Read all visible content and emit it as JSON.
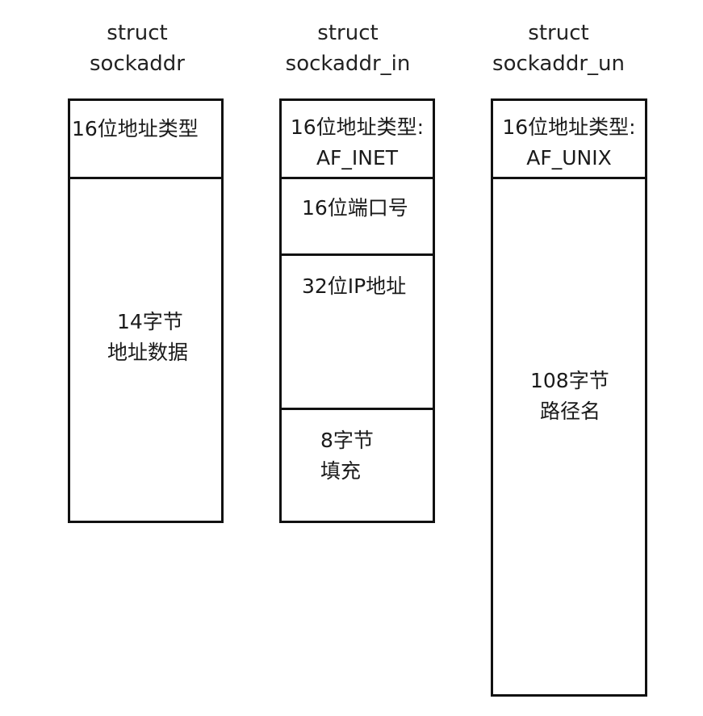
{
  "structs": [
    {
      "title_line1": "struct",
      "title_line2": "sockaddr",
      "fields": [
        {
          "line1": "16位地址类型",
          "line2": ""
        },
        {
          "line1": "14字节",
          "line2": "地址数据"
        }
      ]
    },
    {
      "title_line1": "struct",
      "title_line2": "sockaddr_in",
      "fields": [
        {
          "line1": "16位地址类型:",
          "line2": "AF_INET"
        },
        {
          "line1": "16位端口号",
          "line2": ""
        },
        {
          "line1": "32位IP地址",
          "line2": ""
        },
        {
          "line1": "8字节",
          "line2": "填充"
        }
      ]
    },
    {
      "title_line1": "struct",
      "title_line2": "sockaddr_un",
      "fields": [
        {
          "line1": "16位地址类型:",
          "line2": "AF_UNIX"
        },
        {
          "line1": "108字节",
          "line2": "路径名"
        }
      ]
    }
  ]
}
